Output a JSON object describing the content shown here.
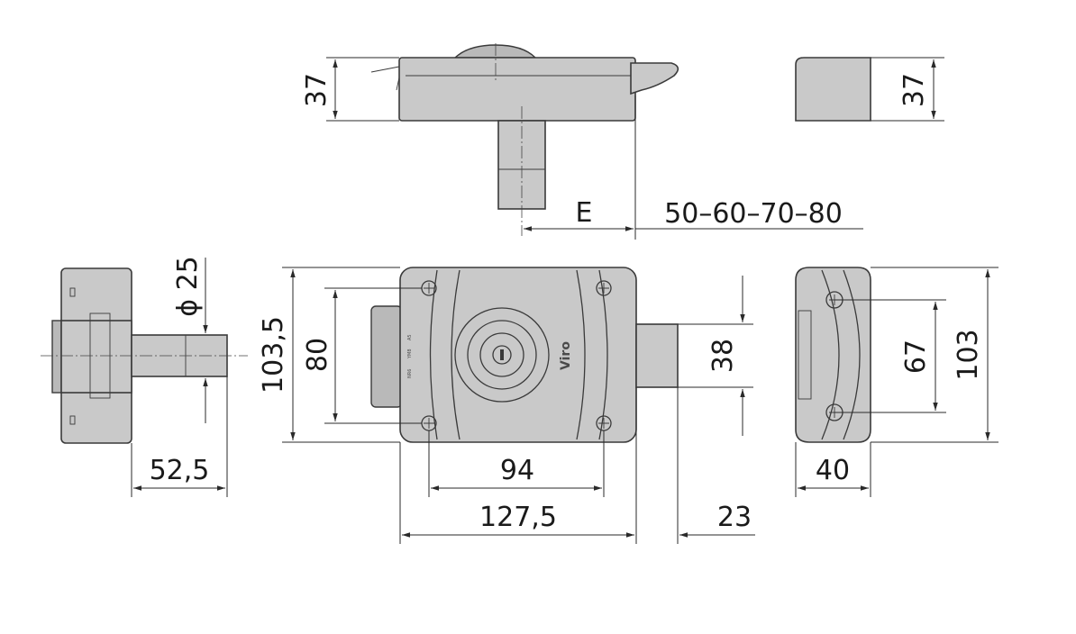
{
  "dimensions": {
    "top_height": "37",
    "side_height": "37",
    "e_label": "E",
    "e_values": "50–60–70–80",
    "cylinder_diameter": "ϕ 25",
    "left_depth": "52,5",
    "front_height": "103,5",
    "front_inner_height": "80",
    "bolt_height": "38",
    "screw_spacing_width": "94",
    "body_width": "127,5",
    "bolt_projection": "23",
    "side_screw_spacing": "67",
    "side_total_height": "103",
    "side_depth": "40"
  },
  "front_view": {
    "brand": "Viro",
    "small_marks": [
      "NR6",
      "YM8",
      "A5"
    ]
  },
  "colors": {
    "body": "#c9c9c9",
    "line": "#3a3a3a"
  }
}
